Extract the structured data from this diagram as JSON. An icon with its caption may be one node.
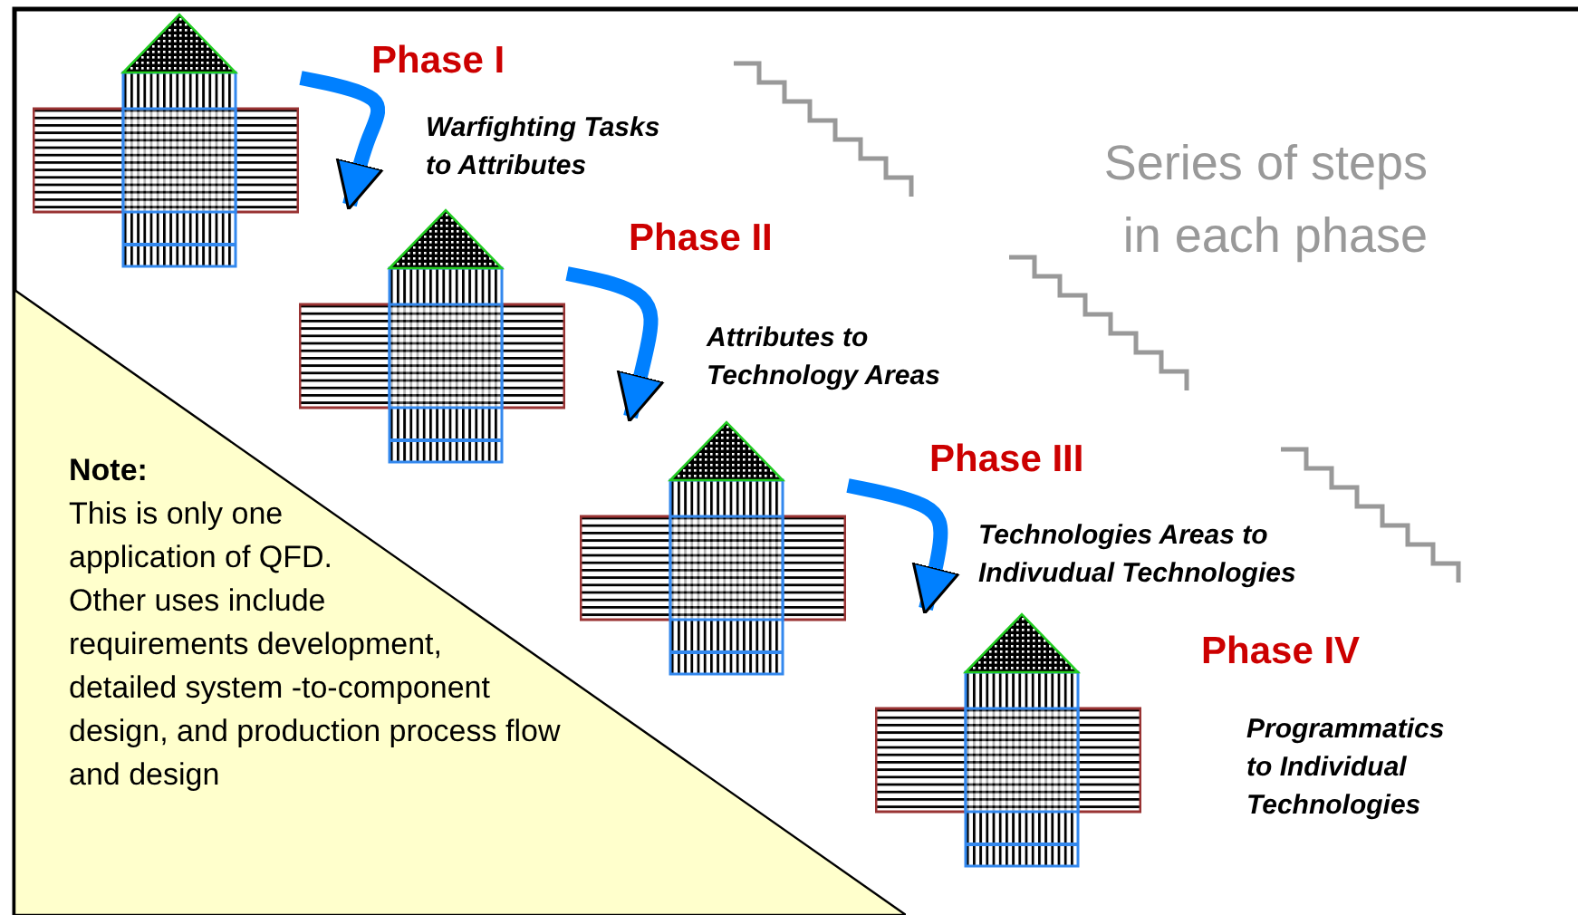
{
  "diagram": {
    "nodes": [
      {
        "text": [],
        "shape": "picture"
      },
      {
        "text": [],
        "shape": "picture"
      },
      {
        "text": [],
        "shape": "picture"
      },
      {
        "text": [],
        "shape": "picture"
      },
      {
        "text": [
          "Note:",
          "This is only one application of QFD. Other uses include requirements development, detailed system -to-component design, and production process flow and design"
        ]
      }
    ],
    "edges": [
      {
        "from": 0,
        "to": 1,
        "arrow": "to"
      },
      {
        "from": 1,
        "to": 2,
        "arrow": "to"
      },
      {
        "from": 2,
        "to": 3,
        "arrow": "to"
      }
    ],
    "labels": [
      "Phase I",
      "Warfighting Tasks to Attributes",
      "Series of steps in each phase",
      "Phase II",
      "Attributes to Technology Areas",
      "Phase III",
      "Technologies Areas to Indivudual Technologies",
      "Phase IV",
      "Programmatics to Individual Technologies"
    ]
  }
}
